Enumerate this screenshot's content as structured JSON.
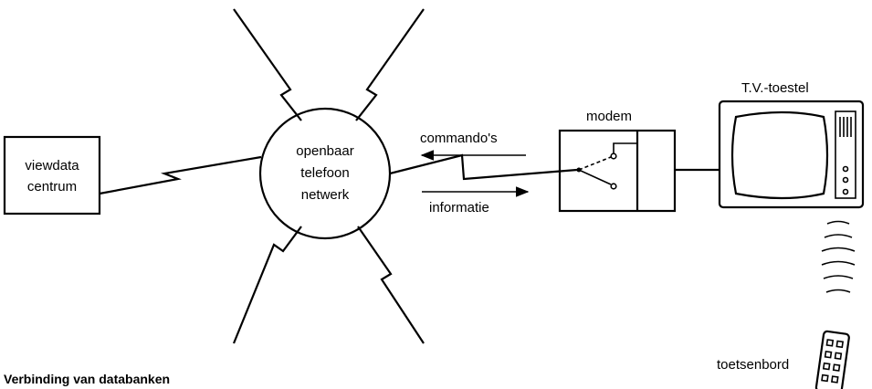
{
  "diagram": {
    "viewdata": {
      "line1": "viewdata",
      "line2": "centrum"
    },
    "network": {
      "line1": "openbaar",
      "line2": "telefoon",
      "line3": "netwerk"
    },
    "commands": "commando's",
    "information": "informatie",
    "modem": "modem",
    "tv": "T.V.-toestel",
    "keyboard": "toetsenbord",
    "caption": "Verbinding van databanken"
  }
}
